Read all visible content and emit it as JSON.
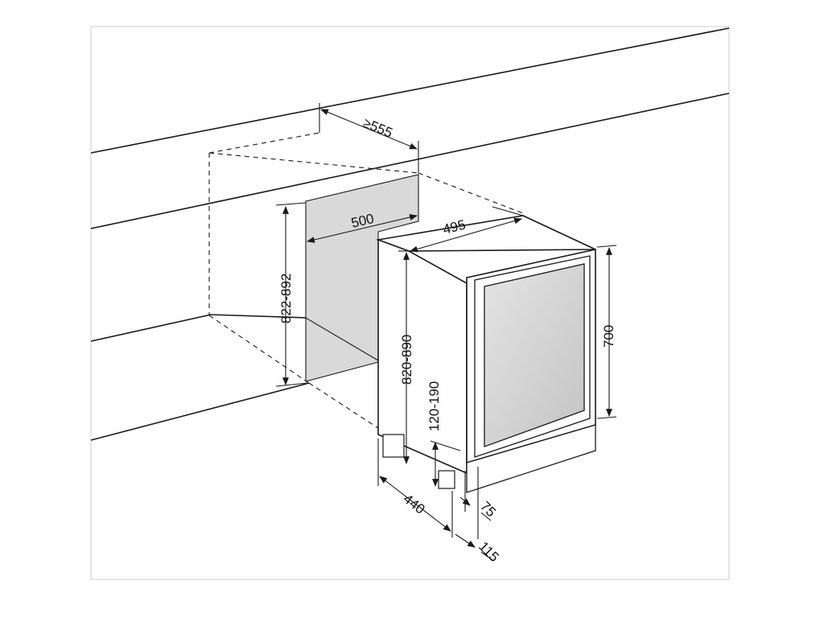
{
  "diagram": {
    "dimensions": {
      "niche_depth_min": "≥555",
      "niche_width": "500",
      "niche_height": "822-892",
      "appliance_width": "495",
      "appliance_height_total": "820-890",
      "front_panel_height": "700",
      "plinth_height": "120-190",
      "appliance_depth": "440",
      "door_offset": "75",
      "front_depth": "115"
    },
    "colors": {
      "line": "#1a1a1a",
      "niche_fill": "#d9d9d9",
      "appliance_fill": "#ffffff",
      "glass_fill": "#cfcfcf"
    }
  }
}
